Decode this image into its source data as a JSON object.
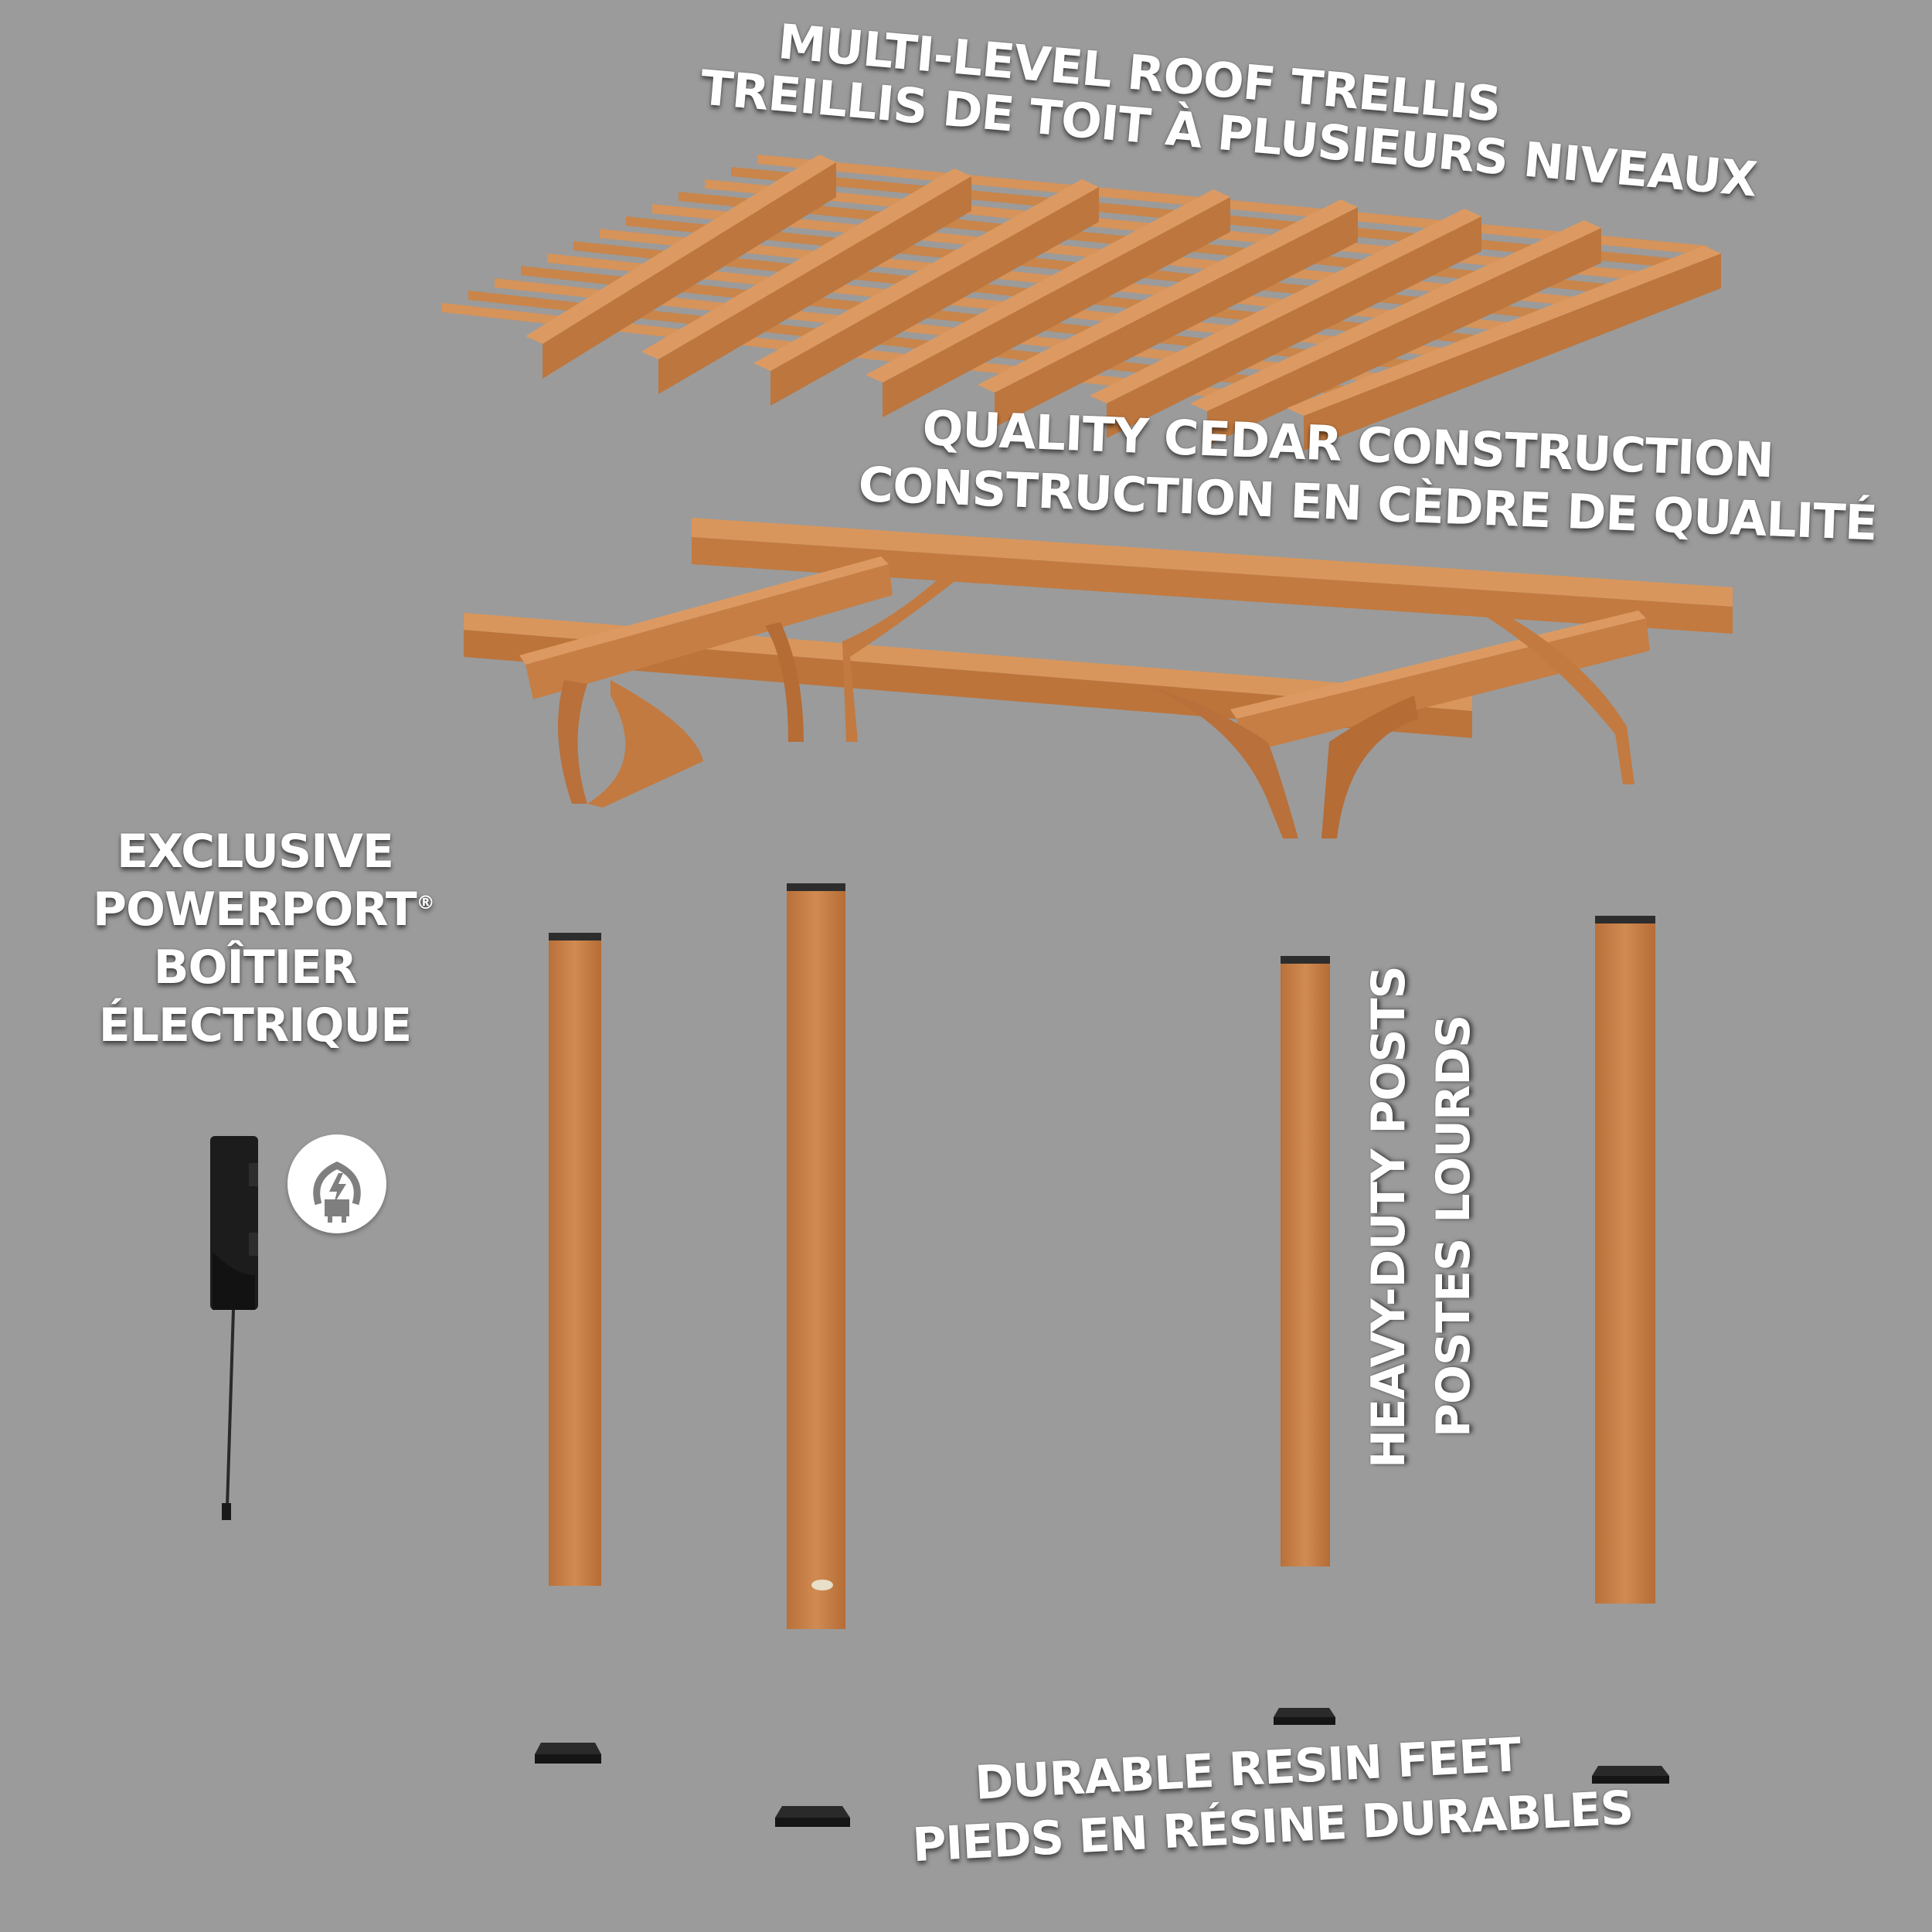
{
  "labels": {
    "trellis_en": "MULTI-LEVEL ROOF TRELLIS",
    "trellis_fr": "TREILLIS DE TOIT À PLUSIEURS NIVEAUX",
    "cedar_en": "QUALITY CEDAR CONSTRUCTION",
    "cedar_fr": "CONSTRUCTION EN CÈDRE DE QUALITÉ",
    "power_en_1": "EXCLUSIVE",
    "power_en_2": "POWERPORT",
    "power_reg": "®",
    "power_fr_1": "BOÎTIER",
    "power_fr_2": "ÉLECTRIQUE",
    "posts_en": "HEAVY-DUTY POSTS",
    "posts_fr": "POSTES LOURDS",
    "feet_en": "DURABLE RESIN FEET",
    "feet_fr": "PIEDS EN RÉSINE DURABLES"
  },
  "colors": {
    "background": "#9b9b9b",
    "cedar_light": "#d28a4f",
    "cedar_mid": "#b86f37",
    "cedar_dark": "#8e5226",
    "resin_black": "#1e1e1e",
    "text": "#ffffff"
  },
  "icons": {
    "power": "power-plug-bolt-icon"
  }
}
